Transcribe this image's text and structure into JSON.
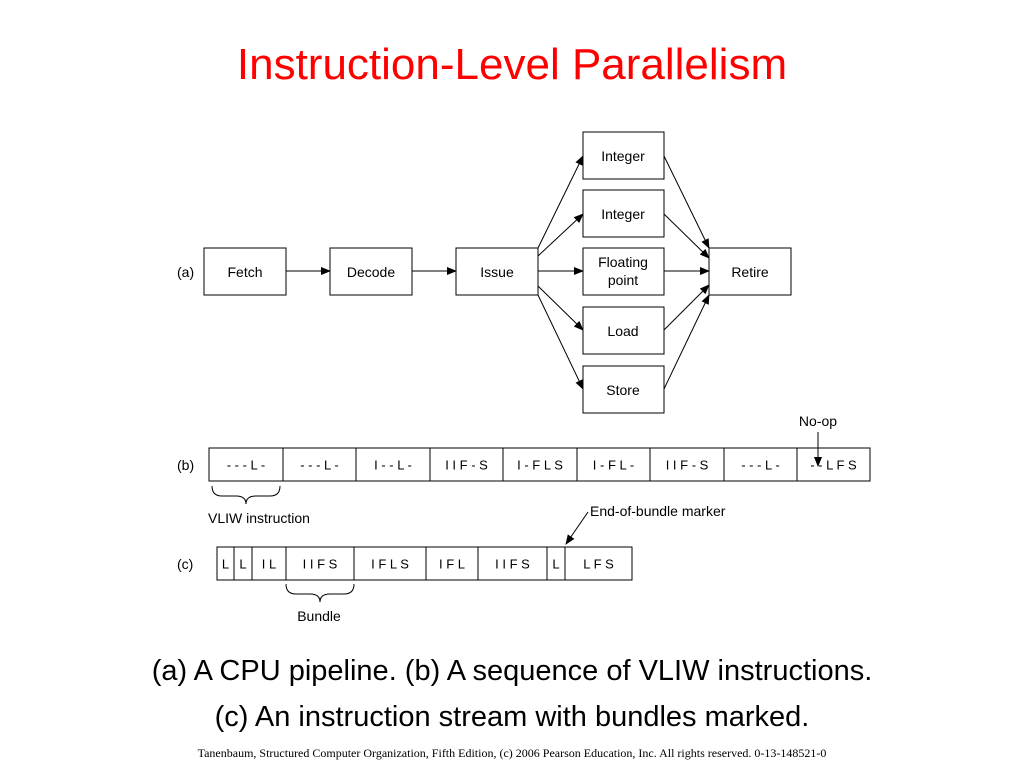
{
  "slide": {
    "title": "Instruction-Level Parallelism",
    "caption_line1": "(a) A CPU pipeline. (b) A sequence of VLIW instructions.",
    "caption_line2": "(c) An instruction stream with bundles marked.",
    "footer": "Tanenbaum, Structured Computer Organization, Fifth Edition, (c) 2006 Pearson Education, Inc. All rights reserved. 0-13-148521-0"
  },
  "pipeline": {
    "label": "(a)",
    "fetch": "Fetch",
    "decode": "Decode",
    "issue": "Issue",
    "units": [
      "Integer",
      "Integer",
      "Floating point",
      "Load",
      "Store"
    ],
    "retire": "Retire"
  },
  "vliw": {
    "label": "(b)",
    "cells": [
      "- - - L -",
      "- - - L -",
      "I - - L -",
      "I I F - S",
      "I - F L S",
      "I - F L -",
      "I I F - S",
      "- - - L -",
      "- - L F S"
    ],
    "noop_label": "No-op",
    "instruction_label": "VLIW instruction"
  },
  "bundles": {
    "label": "(c)",
    "cells": [
      "L",
      "L",
      "I L",
      "I I F S",
      "I F L S",
      "I F L",
      "I I F S",
      "L",
      "L F S"
    ],
    "bundle_label": "Bundle",
    "marker_label": "End-of-bundle marker"
  }
}
